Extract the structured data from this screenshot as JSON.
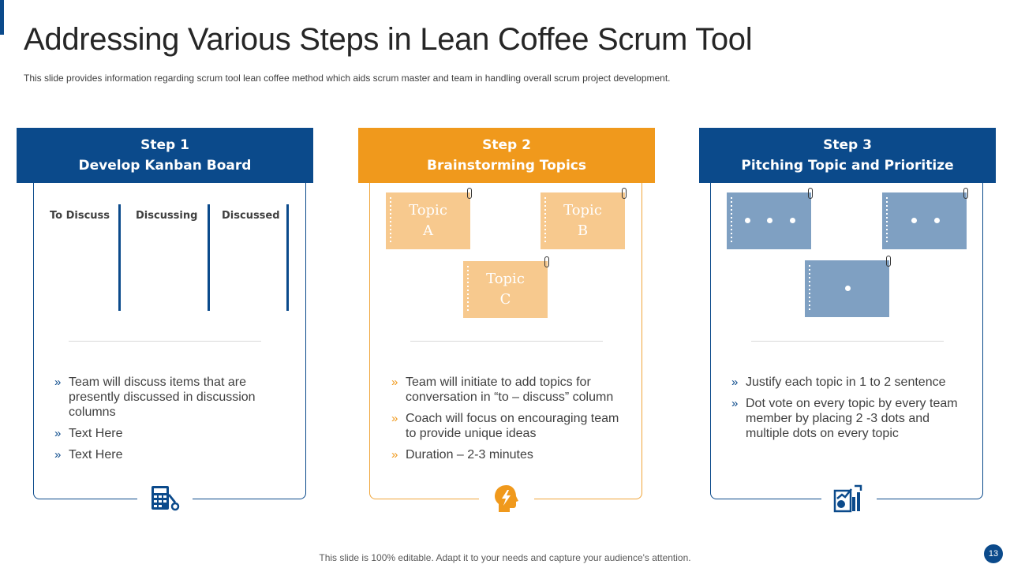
{
  "header": {
    "title": "Addressing Various Steps in Lean Coffee Scrum Tool",
    "subtitle": "This slide provides  information  regarding  scrum tool lean coffee  method which aids scrum master and team in handling overall  scrum project development."
  },
  "steps": [
    {
      "step": "Step 1",
      "name": "Develop Kanban Board",
      "columns": [
        "To Discuss",
        "Discussing",
        "Discussed"
      ],
      "bullets": [
        "Team will discuss items that are presently discussed in discussion columns",
        "Text Here",
        "Text Here"
      ],
      "icon": "calculator-wrench-icon"
    },
    {
      "step": "Step 2",
      "name": "Brainstorming Topics",
      "notes": [
        {
          "line1": "Topic",
          "line2": "A"
        },
        {
          "line1": "Topic",
          "line2": "B"
        },
        {
          "line1": "Topic",
          "line2": "C"
        }
      ],
      "bullets": [
        "Team will initiate to add topics for conversation in “to – discuss” column",
        "Coach will focus on encouraging team to provide unique ideas",
        "Duration – 2-3 minutes"
      ],
      "icon": "head-lightning-icon"
    },
    {
      "step": "Step 3",
      "name": "Pitching Topic and Prioritize",
      "note_dots": [
        3,
        2,
        1
      ],
      "bullets": [
        "Justify each topic in 1 to 2 sentence",
        "Dot vote on every topic by every team member by placing 2 -3 dots and multiple dots on every topic"
      ],
      "icon": "chart-tools-icon"
    }
  ],
  "footer": {
    "text": "This slide is 100% editable. Adapt it to your needs and capture your audience's attention.",
    "page_number": "13"
  },
  "colors": {
    "primary": "#0b4a8b",
    "accent": "#f0991c",
    "note_peach": "#f7c98e",
    "note_steel": "#7fa0c2"
  }
}
